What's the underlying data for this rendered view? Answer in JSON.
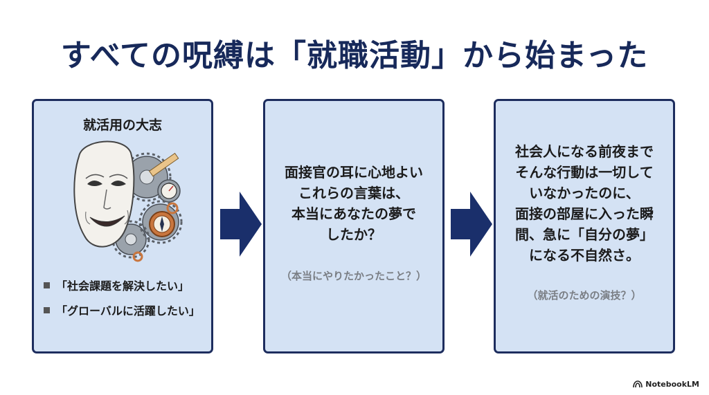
{
  "title": "すべての呪縛は「就職活動」から始まった",
  "panels": [
    {
      "heading": "就活用の大志",
      "bullets": [
        "「社会課題を解決したい」",
        "「グローバルに活躍したい」"
      ]
    },
    {
      "main": "面接官の耳に心地よい\nこれらの言葉は、\n本当にあなたの夢で\nしたか？",
      "sub": "（本当にやりたかったこと？）"
    },
    {
      "main": "社会人になる前夜まで\nそんな行動は一切して\nいなかったのに、\n面接の部屋に入った瞬\n間、急に「自分の夢」\nになる不自然さ。",
      "sub": "（就活のための演技？）"
    }
  ],
  "brand": "NotebookLM",
  "colors": {
    "navy": "#1d2d5e",
    "panel_fill": "#d4e2f4",
    "title": "#17295a"
  },
  "icons": {
    "illustration": "mask-with-gears-icon",
    "arrow": "arrow-right-icon",
    "brand": "notebooklm-logo-icon"
  }
}
